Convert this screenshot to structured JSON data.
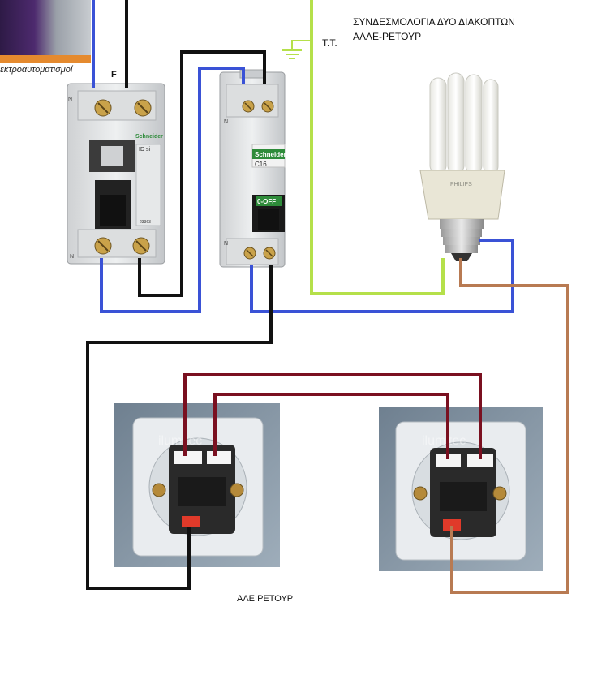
{
  "title": {
    "line1": "ΣΥΝΔΕΣΜΟΛΟΓΙΑ ΔΥΟ  ΔΙΑΚΟΠΤΩΝ",
    "line2": "ΑΛΛΕ-ΡΕΤΟΥΡ"
  },
  "ground_label": "T.T.",
  "feed_label": "F",
  "caption": "ΑΛΕ ΡΕΤΟΥΡ",
  "logo": {
    "text": "εκτροαυτοματισμοί"
  },
  "rcd": {
    "brand": "Schneider",
    "model": "ID  si",
    "code": "23363",
    "terminal_top": "N",
    "terminal_bottom": "N"
  },
  "mcb": {
    "brand": "Schneider",
    "rating": "C16",
    "status": "0-OFF",
    "terminal_top": "N",
    "terminal_bottom": "N"
  },
  "lamp": {
    "brand": "PHILIPS"
  },
  "switch_watermark": "ilumitec",
  "wire_colors": {
    "neutral": "#3a52d6",
    "phase": "#111111",
    "earth": "#b5e04a",
    "traveller": "#7a1020",
    "switched_live": "#b87a52"
  }
}
